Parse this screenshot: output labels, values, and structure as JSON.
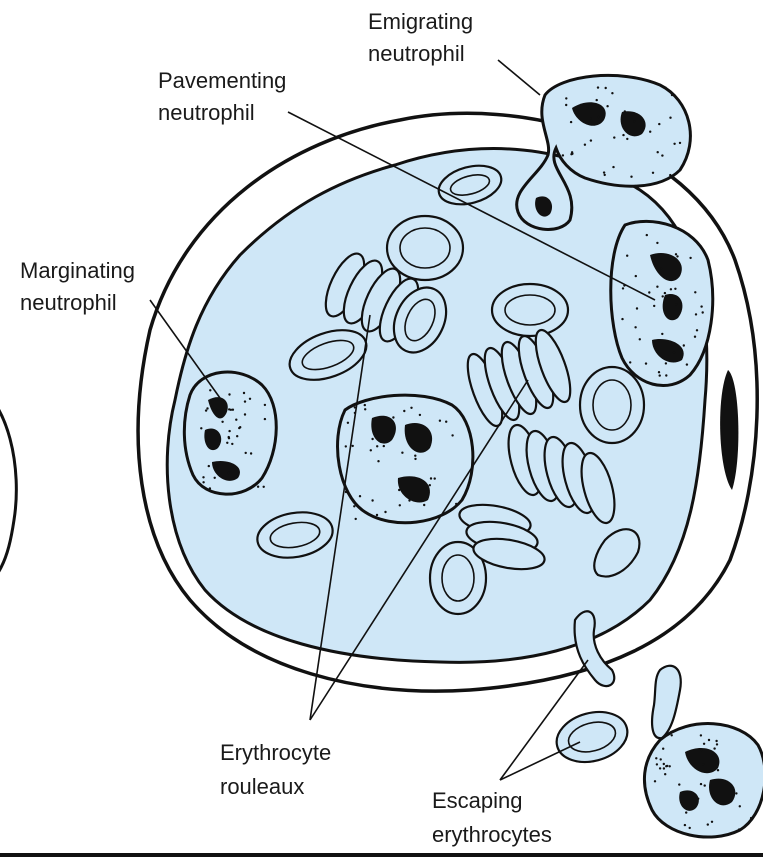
{
  "labels": {
    "emigrating": [
      "Emigrating",
      "neutrophil"
    ],
    "pavementing": [
      "Pavementing",
      "neutrophil"
    ],
    "marginating": [
      "Marginating",
      "neutrophil"
    ],
    "rouleaux": [
      "Erythrocyte",
      "rouleaux"
    ],
    "escaping": [
      "Escaping",
      "erythrocytes"
    ]
  },
  "colors": {
    "plasma": "#cfe7f7",
    "outline": "#111111",
    "background": "#ffffff"
  }
}
